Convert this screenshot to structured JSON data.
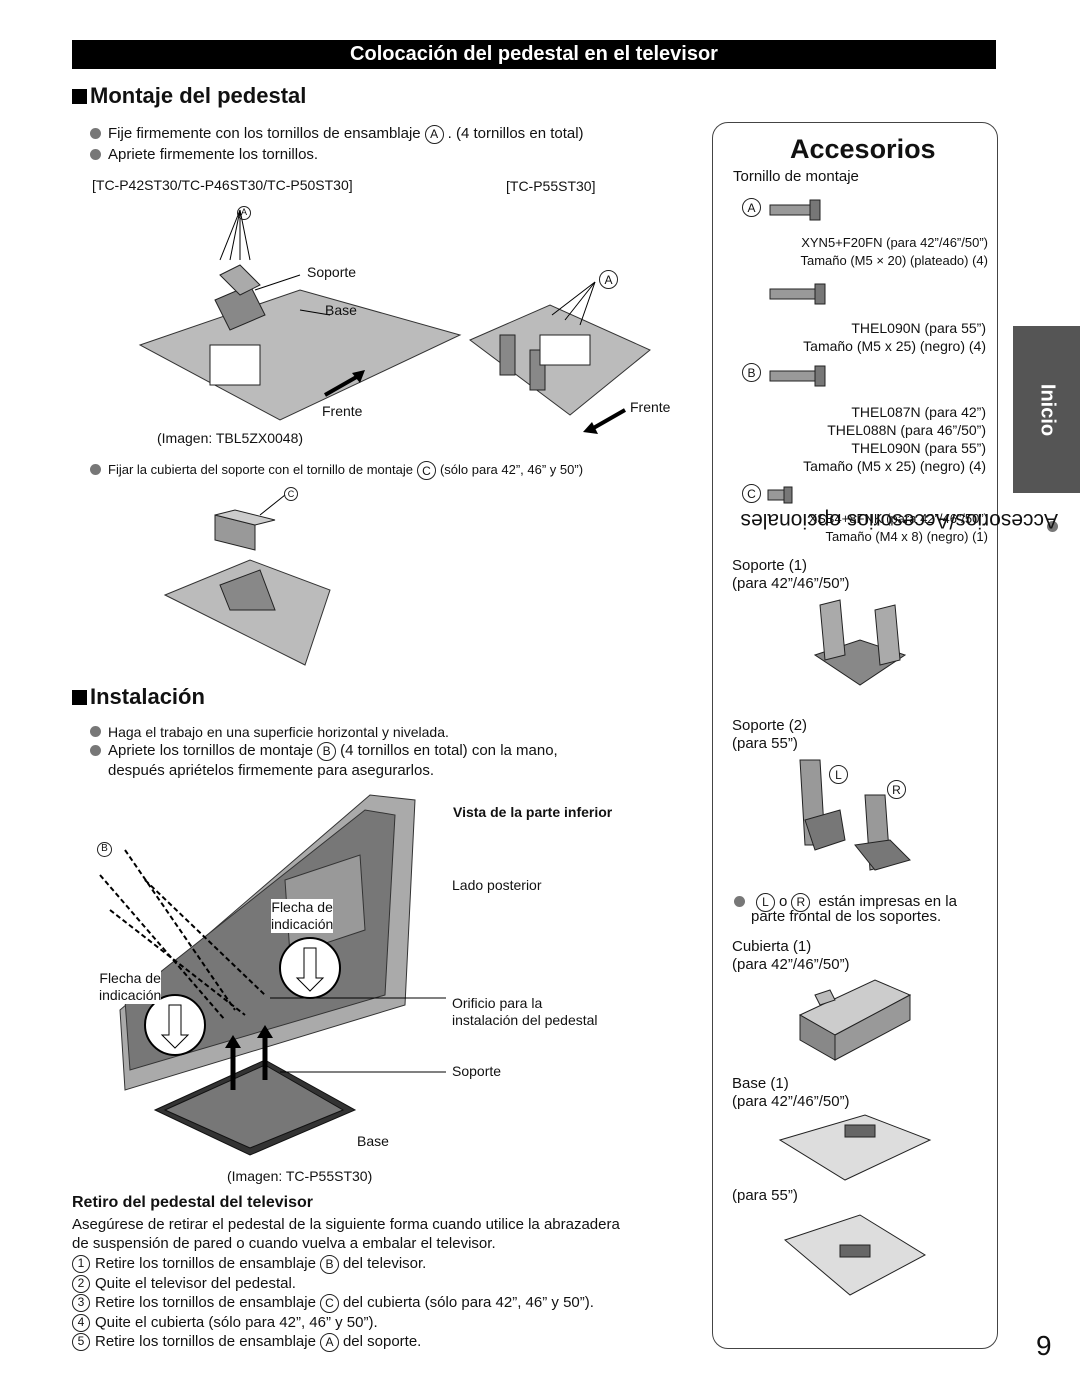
{
  "banner": "Colocación del pedestal en el televisor",
  "montaje": {
    "heading": "Montaje del pedestal",
    "b1_pre": "Fije firmemente con los tornillos de ensamblaje",
    "b1_letter": "A",
    "b1_post": ". (4 tornillos en total)",
    "b2": "Apriete firmemente los tornillos.",
    "model_left": "[TC-P42ST30/TC-P46ST30/TC-P50ST30]",
    "model_right": "[TC-P55ST30]",
    "label_a": "A",
    "label_soporte": "Soporte",
    "label_base": "Base",
    "label_frente": "Frente",
    "imagen": "(Imagen: TBL5ZX0048)",
    "cover_pre": "Fijar la cubierta del soporte con el tornillo de montaje",
    "cover_letter": "C",
    "cover_post": "(sólo para 42”, 46” y 50”)",
    "label_c": "C"
  },
  "instalacion": {
    "heading": "Instalación",
    "b1": "Haga el trabajo en una superficie horizontal y nivelada.",
    "b2_pre": "Apriete los tornillos de montaje",
    "b2_letter": "B",
    "b2_post": "(4 tornillos en total) con la mano,",
    "b2_line2": "después apriételos firmemente para asegurarlos.",
    "vista": "Vista de la parte inferior",
    "lado_posterior": "Lado posterior",
    "flecha_1": "Flecha de",
    "indicacion_1": "indicación",
    "flecha_2": "Flecha de",
    "indicacion_2": "indicación",
    "orificio_1": "Orificio para la",
    "orificio_2": "instalación del pedestal",
    "soporte": "Soporte",
    "base": "Base",
    "label_b": "B",
    "imagen": "(Imagen: TC-P55ST30)"
  },
  "retiro": {
    "heading": "Retiro del pedestal del televisor",
    "intro_1": "Asegúrese de retirar el pedestal de la siguiente forma cuando utilice la abrazadera",
    "intro_2": "de suspensión de pared o cuando vuelva a embalar el televisor.",
    "steps": [
      {
        "n": "1",
        "pre": "Retire los tornillos de ensamblaje",
        "letter": "B",
        "post": "del televisor."
      },
      {
        "n": "2",
        "pre": "Quite el televisor del pedestal.",
        "letter": "",
        "post": ""
      },
      {
        "n": "3",
        "pre": "Retire los tornillos de ensamblaje",
        "letter": "C",
        "post": "del cubierta (sólo para 42”, 46” y 50”)."
      },
      {
        "n": "4",
        "pre": "Quite el cubierta (sólo para 42”, 46” y 50”).",
        "letter": "",
        "post": ""
      },
      {
        "n": "5",
        "pre": "Retire los tornillos de ensamblaje",
        "letter": "A",
        "post": "del soporte."
      }
    ]
  },
  "accesorios": {
    "title": "Accesorios",
    "tornillo": "Tornillo de montaje",
    "letter_a": "A",
    "a1_line1": "XYN5+F20FN (para 42”/46”/50”)",
    "a1_line2": "Tamaño (M5 × 20) (plateado) (4)",
    "a2_line1": "THEL090N (para 55”)",
    "a2_line2": "Tamaño (M5 x 25) (negro) (4)",
    "letter_b": "B",
    "b_line1": "THEL087N (para 42”)",
    "b_line2": "THEL088N (para 46”/50”)",
    "b_line3": "THEL090N (para 55”)",
    "b_line4": "Tamaño (M5 x 25) (negro) (4)",
    "letter_c": "C",
    "c_line1": "XSB4+8FNK (para 42”/46”/50”)",
    "c_line2": "Tamaño (M4 x 8) (negro) (1)",
    "soporte1_l1": "Soporte (1)",
    "soporte1_l2": "(para 42”/46”/50”)",
    "soporte2_l1": "Soporte (2)",
    "soporte2_l2": "(para 55”)",
    "letter_l": "L",
    "letter_r": "R",
    "lr_note_mid": "o",
    "lr_note_post": "están impresas en la",
    "lr_note_line2": "parte frontal de los soportes.",
    "cubierta_l1": "Cubierta (1)",
    "cubierta_l2": "(para 42”/46”/50”)",
    "base_l1": "Base (1)",
    "base_l2": "(para 42”/46”/50”)",
    "base55": "(para 55”)"
  },
  "side": {
    "tab": "Inicio",
    "vertical": "Accesorios/Accesorios opcionales"
  },
  "page_number": "9"
}
